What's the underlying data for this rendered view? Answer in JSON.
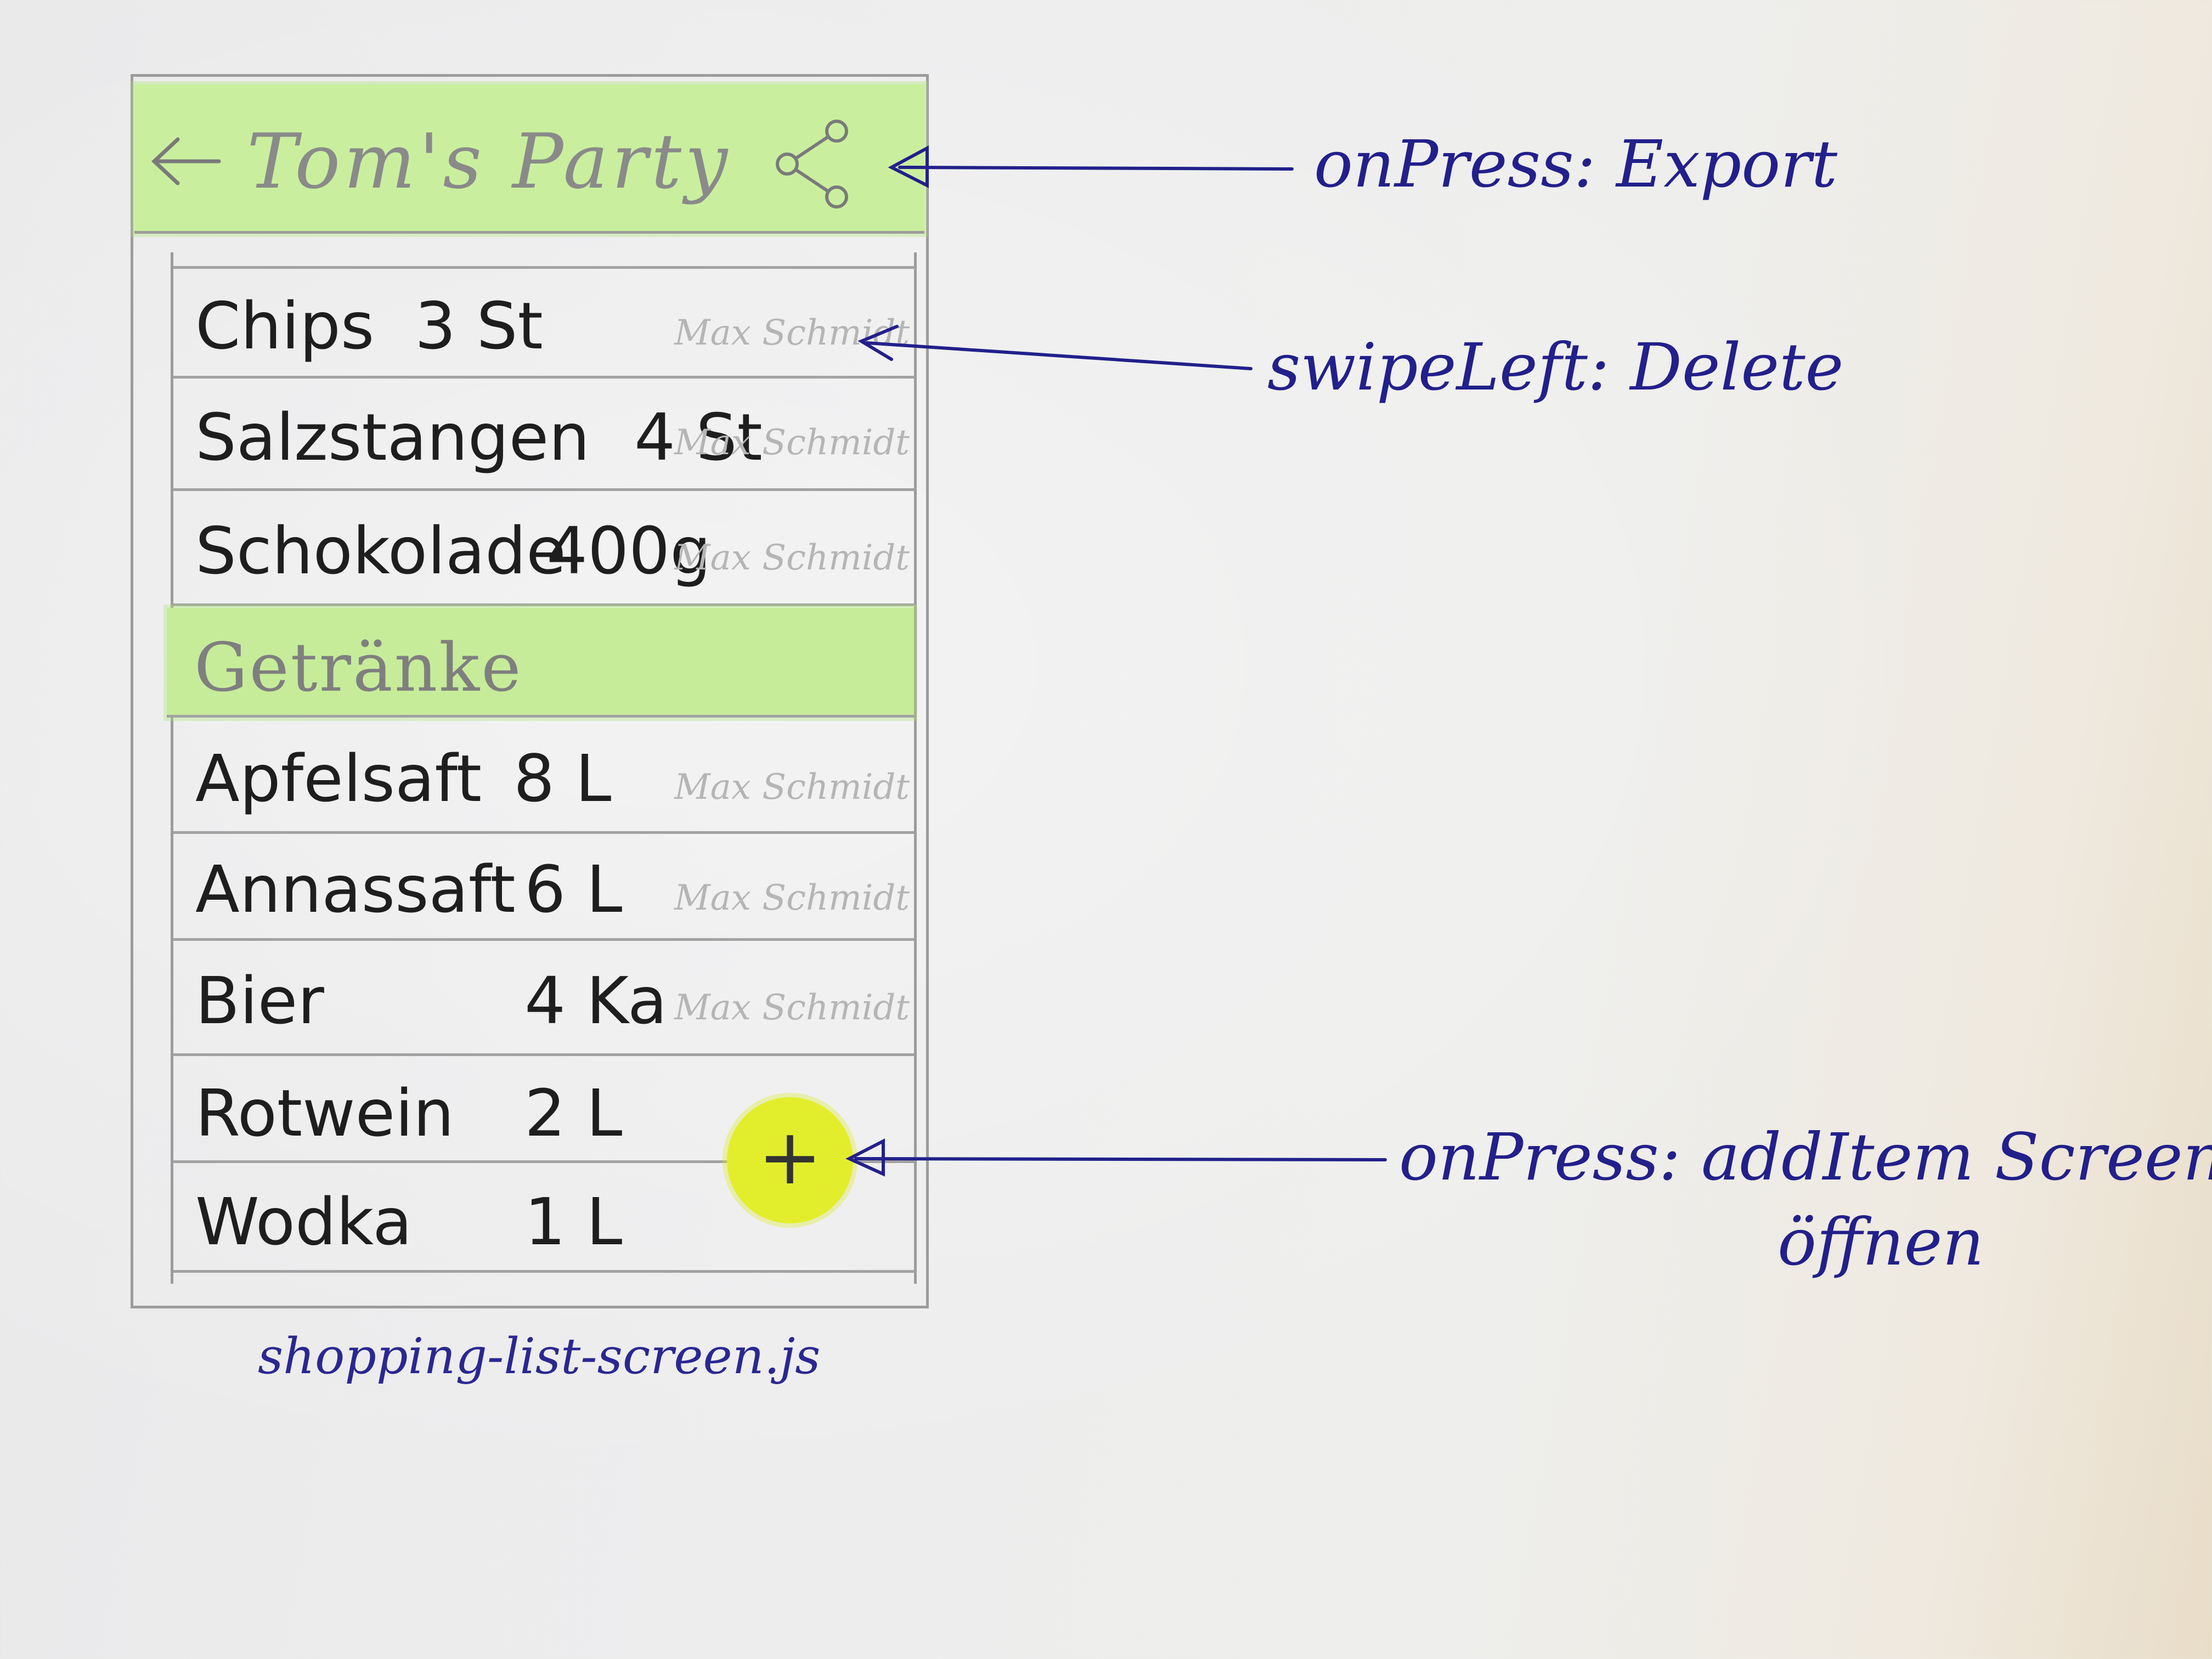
{
  "appbar": {
    "title": "Tom's Party",
    "back_icon": "arrow-left-icon",
    "share_icon": "share-icon"
  },
  "items": [
    {
      "name": "Chips",
      "qty": "3 St",
      "owner": "Max Schmidt"
    },
    {
      "name": "Salzstangen",
      "qty": "4 St",
      "owner": "Max Schmidt"
    },
    {
      "name": "Schokolade",
      "qty": "400g",
      "owner": "Max Schmidt"
    }
  ],
  "section": {
    "label": "Getränke"
  },
  "drinks": [
    {
      "name": "Apfelsaft",
      "qty": "8 L",
      "owner": "Max Schmidt"
    },
    {
      "name": "Annassaft",
      "qty": "6 L",
      "owner": "Max Schmidt"
    },
    {
      "name": "Bier",
      "qty": "4 Ka",
      "owner": "Max Schmidt"
    },
    {
      "name": "Rotwein",
      "qty": "2 L",
      "owner": ""
    },
    {
      "name": "Wodka",
      "qty": "1 L",
      "owner": ""
    }
  ],
  "fab": {
    "symbol": "+",
    "icon": "plus-icon"
  },
  "annotations": {
    "export": "onPress: Export",
    "delete": "swipeLeft: Delete",
    "add_line1": "onPress: addItem Screen",
    "add_line2": "öffnen"
  },
  "filename": "shopping-list-screen.js",
  "colors": {
    "highlight_green": "#c9ef9e",
    "fab_yellow": "#e2ee2c",
    "ink_blue": "#22208a",
    "pencil_gray": "#9c9c9c"
  }
}
